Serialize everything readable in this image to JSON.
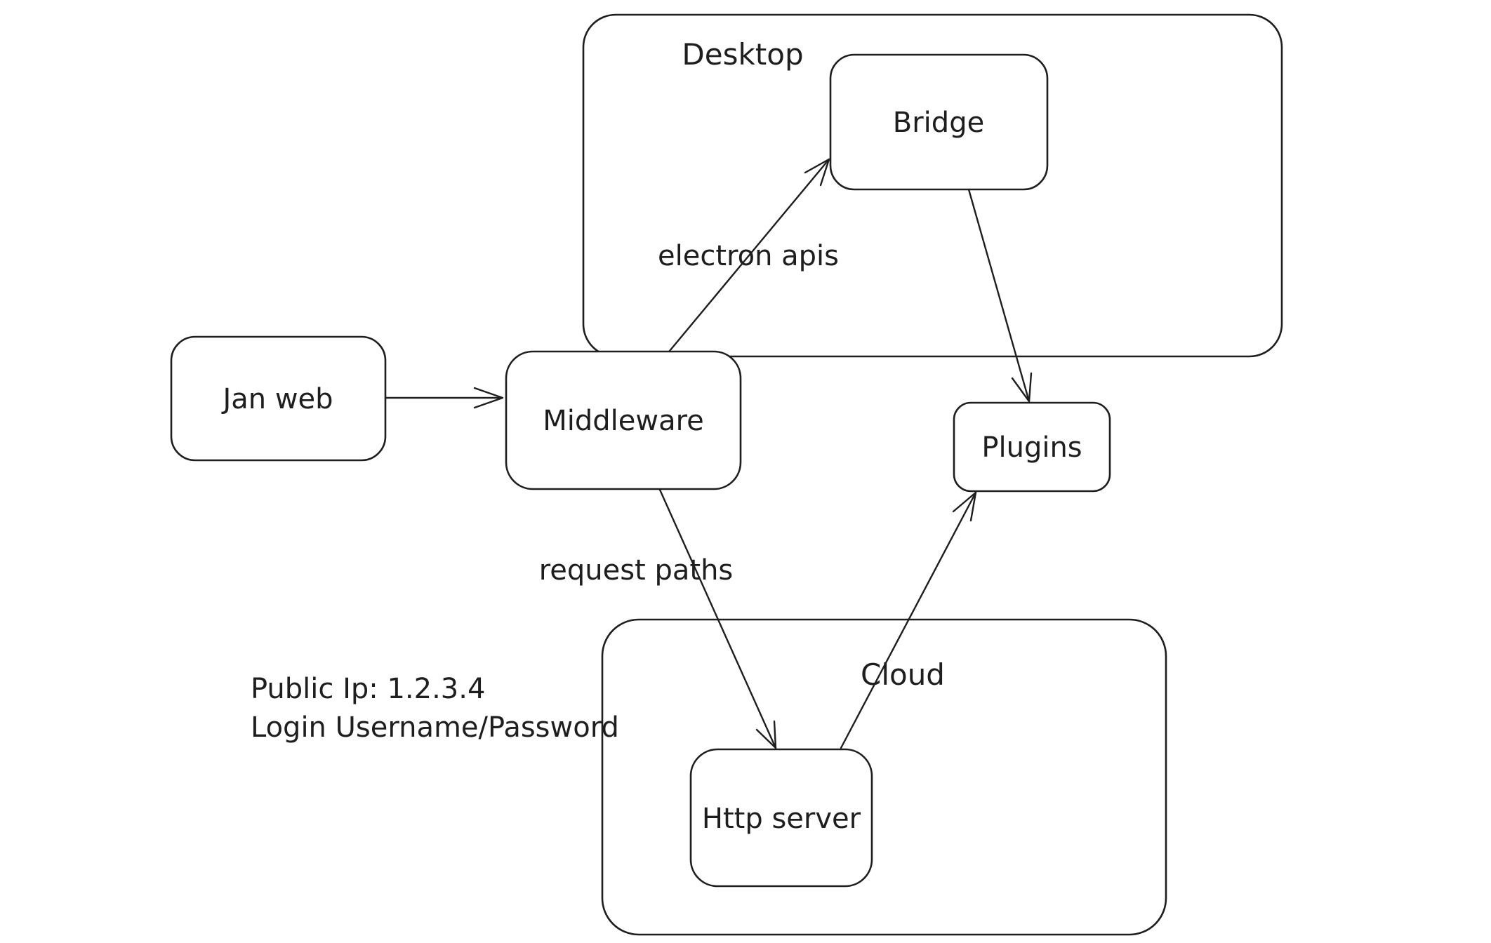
{
  "canvas": {
    "background": "#ffffff",
    "stroke_color": "#1e1e1e"
  },
  "containers": {
    "desktop": {
      "label": "Desktop"
    },
    "cloud": {
      "label": "Cloud"
    }
  },
  "nodes": {
    "jan_web": {
      "label": "Jan web"
    },
    "middleware": {
      "label": "Middleware"
    },
    "bridge": {
      "label": "Bridge"
    },
    "plugins": {
      "label": "Plugins"
    },
    "http_server": {
      "label": "Http server"
    }
  },
  "edges": [
    {
      "from": "jan_web",
      "to": "middleware",
      "label": ""
    },
    {
      "from": "middleware",
      "to": "bridge",
      "label": "electron apis"
    },
    {
      "from": "bridge",
      "to": "plugins",
      "label": ""
    },
    {
      "from": "middleware",
      "to": "http_server",
      "label": "request paths"
    },
    {
      "from": "http_server",
      "to": "plugins",
      "label": ""
    }
  ],
  "annotations": {
    "public_ip": "Public Ip: 1.2.3.4",
    "login": "Login Username/Password"
  }
}
